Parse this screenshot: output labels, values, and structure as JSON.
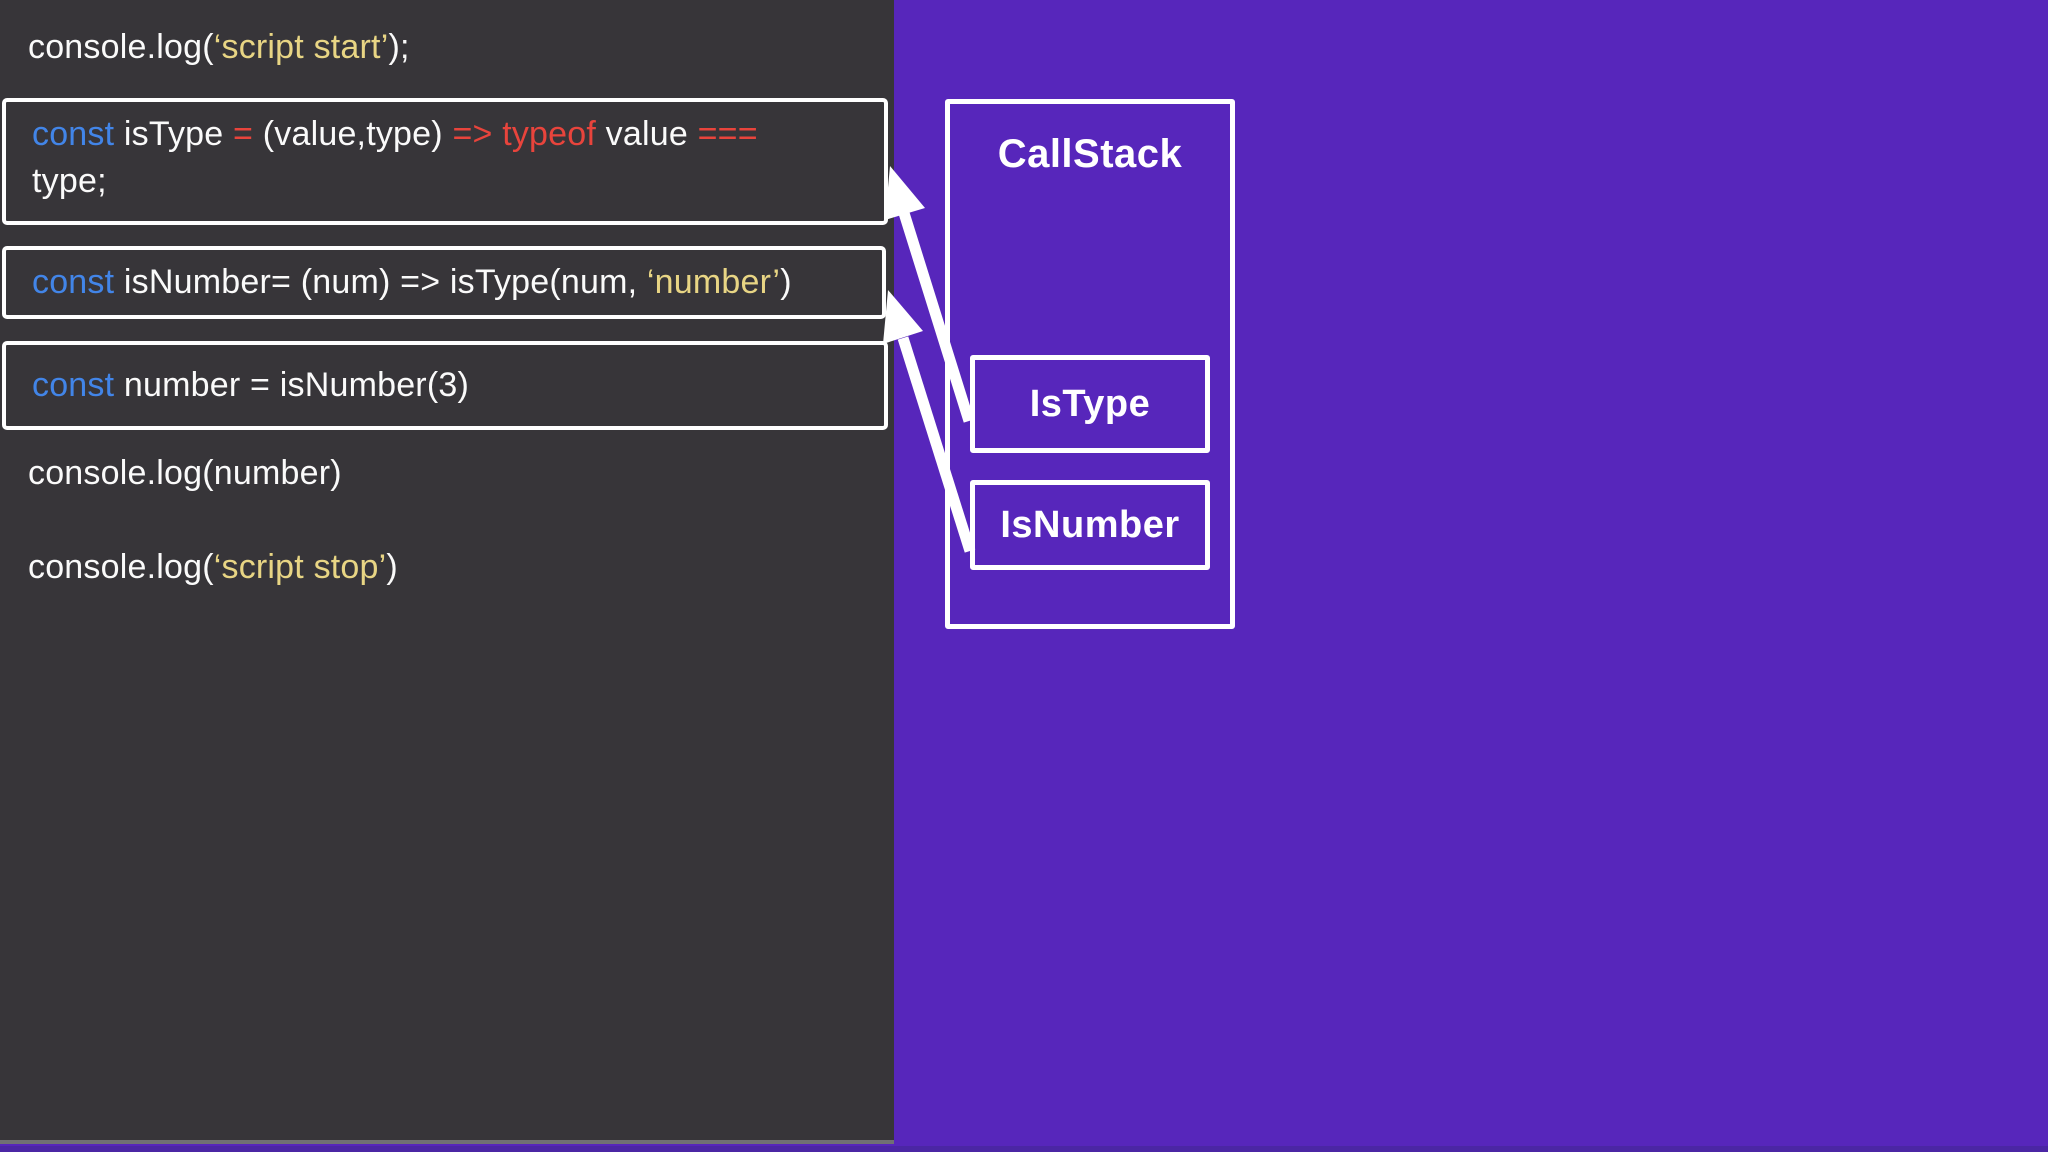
{
  "colors": {
    "background_purple": "#5726bb",
    "panel_dark": "#373539",
    "keyword_blue": "#4285e8",
    "string_yellow": "#e8d584",
    "operator_red": "#e8443c",
    "text_white": "#fafafa",
    "border_white": "#ffffff",
    "bottom_strip": "#4b26a4"
  },
  "code_panel": {
    "blocks": [
      {
        "id": "log-script-start",
        "boxed": false,
        "tokens": [
          [
            "console.log(",
            "white"
          ],
          [
            "‘script start’",
            "yellow"
          ],
          [
            ");",
            "white"
          ]
        ]
      },
      {
        "id": "const-istype",
        "boxed": true,
        "tokens": [
          [
            "const ",
            "blue"
          ],
          [
            "isType ",
            "white"
          ],
          [
            "= ",
            "red"
          ],
          [
            "(value,type) ",
            "white"
          ],
          [
            "=> ",
            "red"
          ],
          [
            "typeof ",
            "red"
          ],
          [
            "value ",
            "white"
          ],
          [
            "===",
            "red"
          ],
          [
            "\n",
            "br"
          ],
          [
            "type;",
            "white"
          ]
        ]
      },
      {
        "id": "const-isnumber",
        "boxed": true,
        "tokens": [
          [
            "const ",
            "blue"
          ],
          [
            "isNumber= (num) => isType(num, ",
            "white"
          ],
          [
            "‘number’",
            "yellow"
          ],
          [
            ")",
            "white"
          ]
        ]
      },
      {
        "id": "const-number",
        "boxed": true,
        "tokens": [
          [
            "const ",
            "blue"
          ],
          [
            "number = isNumber(3)",
            "white"
          ]
        ]
      },
      {
        "id": "log-number",
        "boxed": false,
        "tokens": [
          [
            "console.log(number)",
            "white"
          ]
        ]
      },
      {
        "id": "log-script-stop",
        "boxed": false,
        "tokens": [
          [
            "console.log(",
            "white"
          ],
          [
            "‘script stop’",
            "yellow"
          ],
          [
            ")",
            "white"
          ]
        ]
      }
    ]
  },
  "callstack": {
    "title": "CallStack",
    "frames": [
      {
        "label": "IsType"
      },
      {
        "label": "IsNumber"
      }
    ]
  }
}
